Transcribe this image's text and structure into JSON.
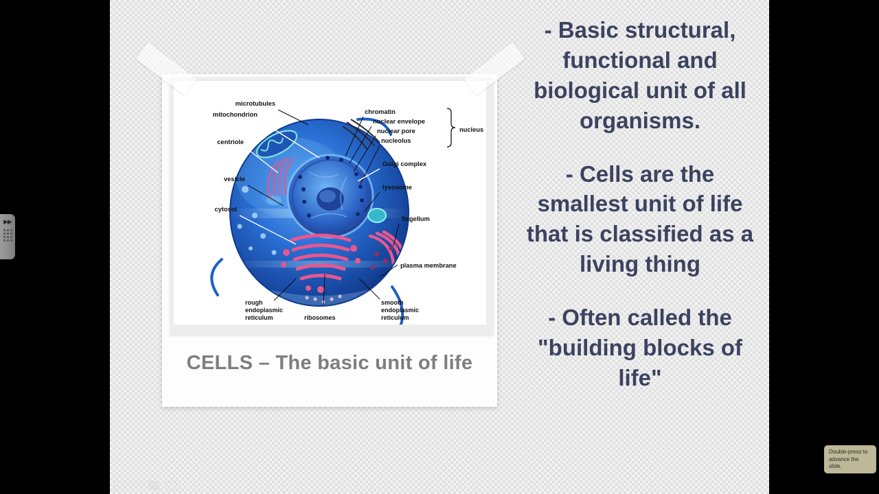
{
  "viewer": {
    "app": "slide-viewer",
    "tooltip": "Double-press to advance the slide.",
    "edge_handle_icon": "▶▶"
  },
  "slide": {
    "photo_card": {
      "caption": "CELLS – The basic unit of life",
      "tape_left": "tape-strip",
      "tape_right": "tape-strip"
    },
    "diagram": {
      "title": "animal-cell-diagram",
      "labels": [
        {
          "id": "microtubules",
          "text": "microtubules"
        },
        {
          "id": "mitochondrion",
          "text": "mitochondrion"
        },
        {
          "id": "centriole",
          "text": "centriole"
        },
        {
          "id": "vesicle",
          "text": "vesicle"
        },
        {
          "id": "cytosol",
          "text": "cytosol"
        },
        {
          "id": "chromatin",
          "text": "chromatin"
        },
        {
          "id": "nuclear-envelope",
          "text": "nuclear envelope"
        },
        {
          "id": "nuclear-pore",
          "text": "nuclear pore"
        },
        {
          "id": "nucleolus",
          "text": "nucleolus"
        },
        {
          "id": "nucleus",
          "text": "nucleus"
        },
        {
          "id": "golgi-complex",
          "text": "Golgi complex"
        },
        {
          "id": "lysosome",
          "text": "lysosome"
        },
        {
          "id": "flagellum",
          "text": "flagellum"
        },
        {
          "id": "plasma-membrane",
          "text": "plasma membrane"
        },
        {
          "id": "rough-er-1",
          "text": "rough"
        },
        {
          "id": "rough-er-2",
          "text": "endoplasmic"
        },
        {
          "id": "rough-er-3",
          "text": "reticulum"
        },
        {
          "id": "ribosomes",
          "text": "ribosomes"
        },
        {
          "id": "smooth-er-1",
          "text": "smooth"
        },
        {
          "id": "smooth-er-2",
          "text": "endoplasmic"
        },
        {
          "id": "smooth-er-3",
          "text": "reticulum"
        }
      ]
    },
    "body_text": [
      "- Basic structural, functional and biological unit of all organisms.",
      "- Cells are the smallest unit of life that is classified as a living thing",
      "- Often called the \"building blocks of life\""
    ]
  },
  "colors": {
    "slide_background": "#e1e1e1",
    "body_text": "#3d4260",
    "caption_text": "#7e7e7e",
    "letterbox": "#000000",
    "tooltip_background": "#bdb898",
    "cell_blue": "#1f63c8",
    "organelle_pink": "#e8578f"
  }
}
